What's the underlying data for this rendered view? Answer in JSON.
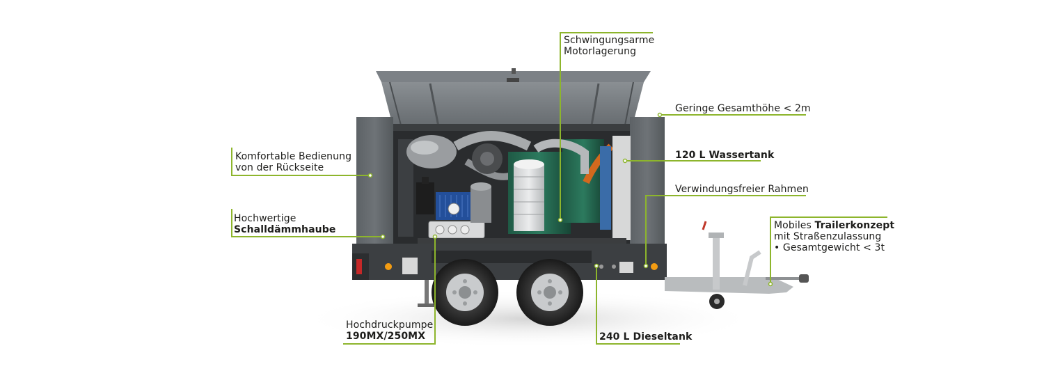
{
  "accent_color": "#8db52c",
  "image": {
    "subject": "mobile-high-pressure-trailer-unit"
  },
  "callouts": {
    "motor_mount": {
      "line1": "Schwingungsarme",
      "line2": "Motorlagerung"
    },
    "height": {
      "text": "Geringe Gesamthöhe < 2m"
    },
    "water_tank": {
      "text": "120 L Wassertank"
    },
    "frame": {
      "text": "Verwindungsfreier Rahmen"
    },
    "trailer": {
      "prefix": "Mobiles ",
      "bold": "Trailerkonzept",
      "line2": "mit Straßenzulassung",
      "line3": "• Gesamtgewicht < 3t"
    },
    "operation": {
      "line1": "Komfortable Bedienung",
      "line2": "von der Rückseite"
    },
    "hood": {
      "line1": "Hochwertige",
      "line2": "Schalldämmhaube"
    },
    "pump": {
      "line1": "Hochdruckpumpe",
      "line2": "190MX/250MX"
    },
    "diesel_tank": {
      "text": "240 L Dieseltank"
    }
  }
}
